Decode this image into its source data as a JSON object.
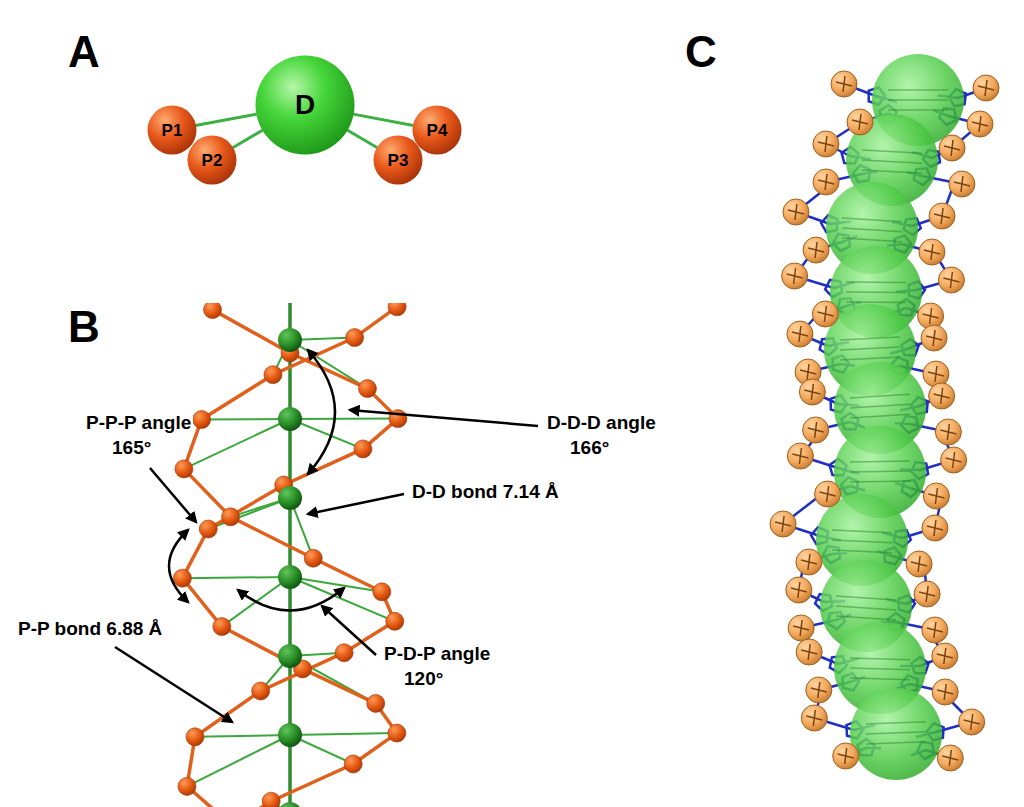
{
  "diagram": {
    "nodes": [
      {
        "text": [
          "D"
        ]
      },
      {
        "text": [
          "P1"
        ]
      },
      {
        "text": [
          "P2"
        ]
      },
      {
        "text": [
          "P3"
        ]
      },
      {
        "text": [
          "P4"
        ]
      }
    ],
    "edges": [
      {
        "from": 0,
        "to": 1,
        "arrow": "none"
      },
      {
        "from": 0,
        "to": 2,
        "arrow": "none"
      },
      {
        "from": 0,
        "to": 3,
        "arrow": "none"
      },
      {
        "from": 0,
        "to": 4,
        "arrow": "none"
      }
    ],
    "labels": [
      "A",
      "C",
      "B",
      "D-D-D angle",
      "166°",
      "P-P-P angle",
      "165°",
      "D-D bond 7.14 Å",
      "P-P bond 6.88 Å",
      "P-D-P angle",
      "120°"
    ]
  }
}
